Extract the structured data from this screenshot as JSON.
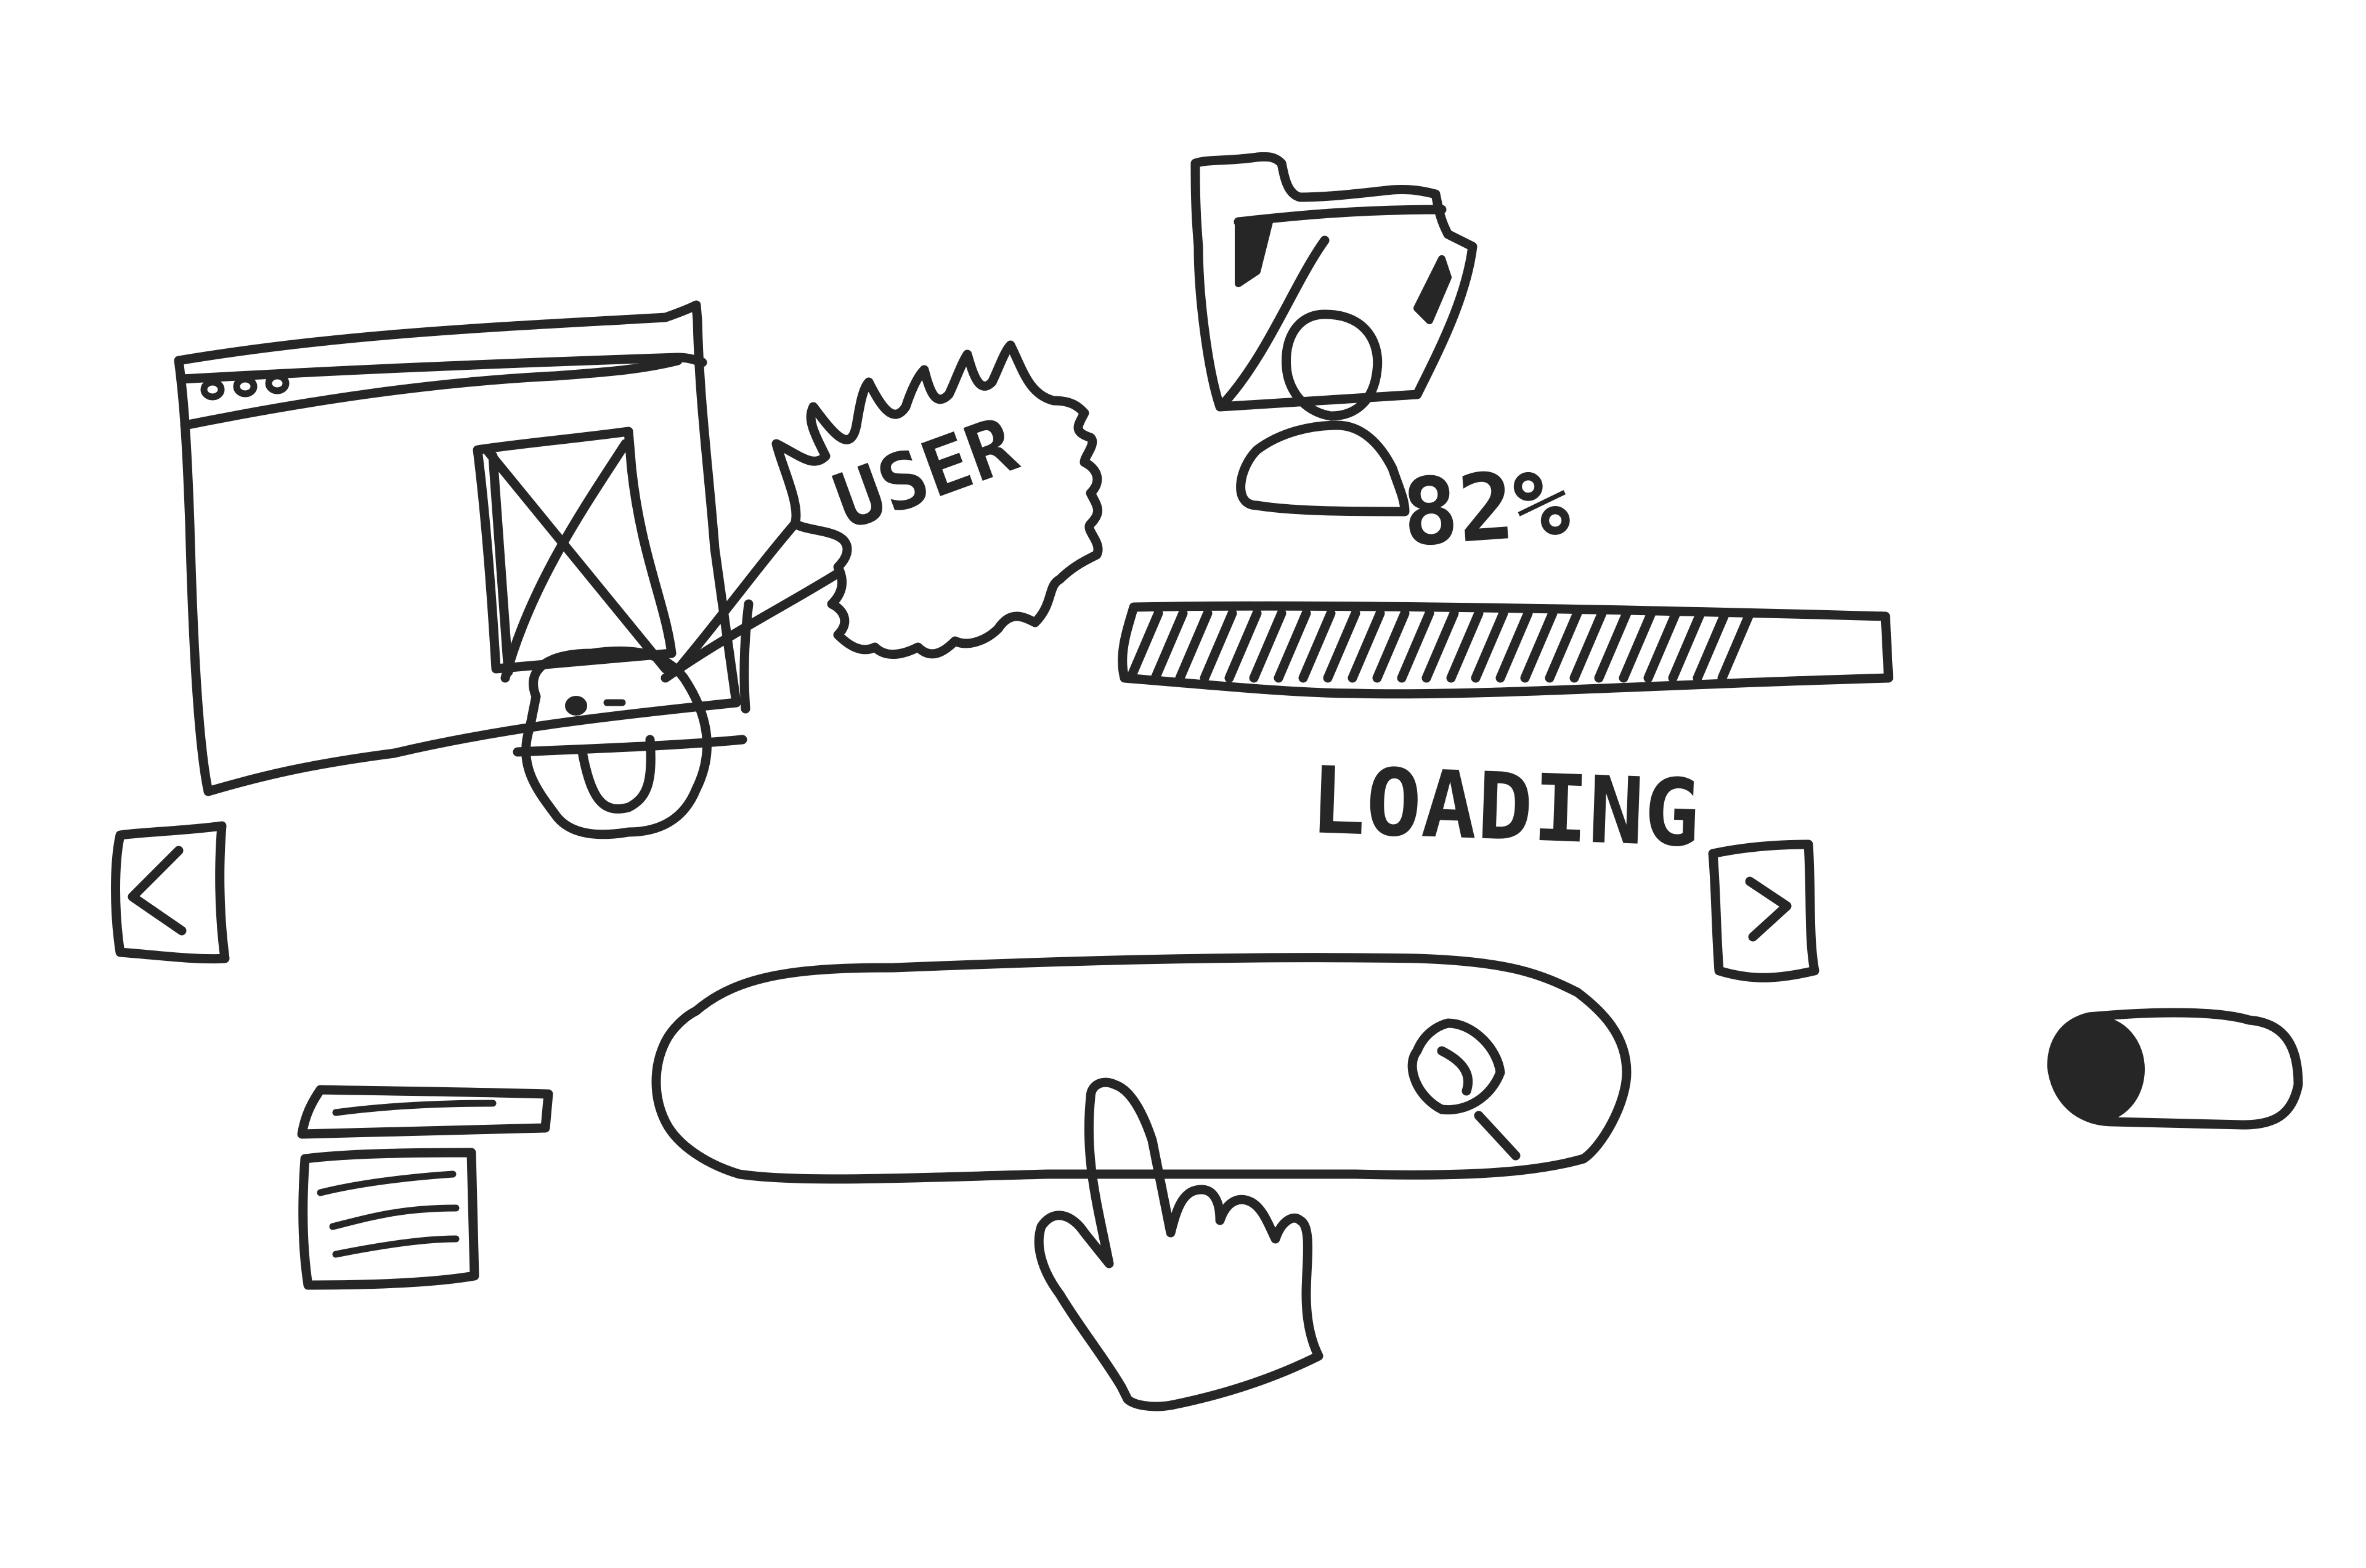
{
  "speech_bubble": {
    "text": "USER"
  },
  "progress": {
    "percent_label": "82%",
    "value": 0.82,
    "status_label": "LOADING"
  },
  "toggle": {
    "state": "off"
  },
  "icons": {
    "window": "browser-window-icon",
    "image_placeholder": "image-placeholder-icon",
    "avatar": "smiley-face-icon",
    "profile": "user-profile-folder-icon",
    "prev": "chevron-left-icon",
    "next": "chevron-right-icon",
    "search": "magnifier-icon",
    "pointer": "hand-pointer-icon",
    "card": "content-card-icon"
  },
  "colors": {
    "ink": "#262626",
    "background": "#ffffff"
  }
}
